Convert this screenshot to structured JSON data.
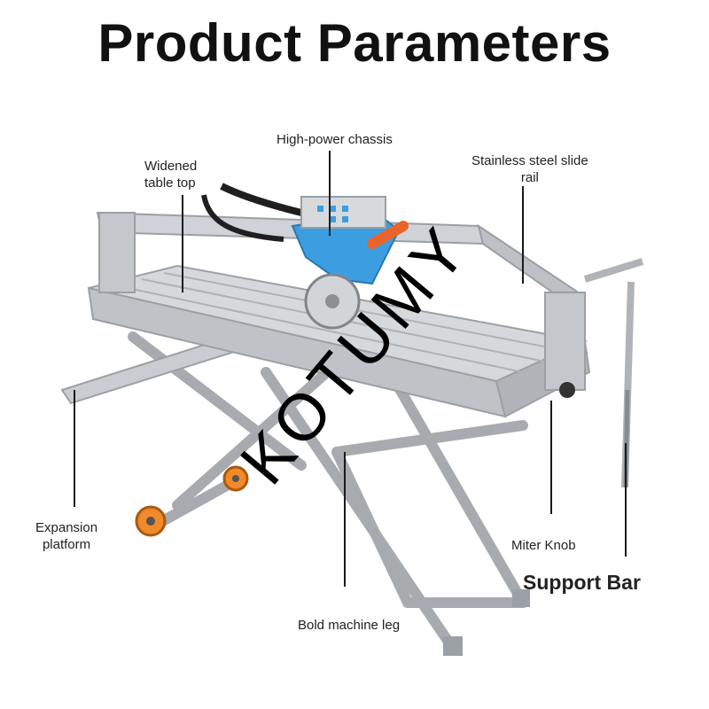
{
  "title": "Product Parameters",
  "labels": {
    "chassis": "High-power chassis",
    "table_top": "Widened\ntable top",
    "rail": "Stainless steel slide\nrail",
    "expansion": "Expansion\nplatform",
    "miter": "Miter Knob",
    "support": "Support Bar",
    "leg": "Bold machine leg"
  },
  "watermark": "KOTUMY",
  "colors": {
    "chassis_blue": "#3c9ee0",
    "wheel_orange": "#f08a2a",
    "frame_silver": "#c9ccd0",
    "text": "#1a1a1a"
  }
}
